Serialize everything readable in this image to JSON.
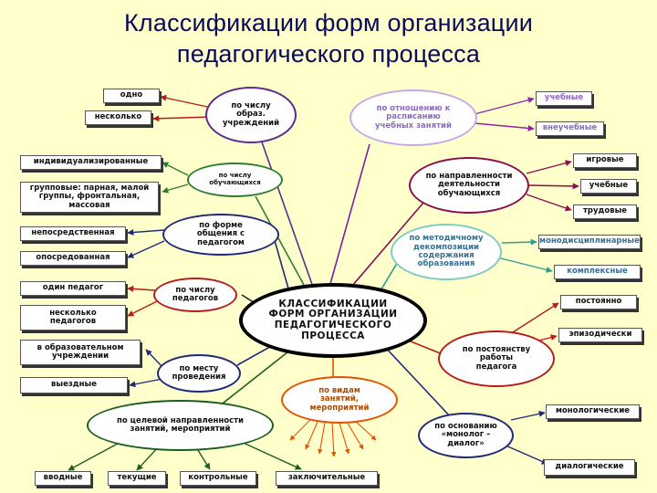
{
  "title": {
    "line1": "Классификации форм организации",
    "line2": "педагогического процесса"
  },
  "center": "КЛАССИФИКАЦИИ ФОРМ ОРГАНИЗАЦИИ ПЕДАГОГИЧЕСКОГО ПРОЦЕССА",
  "categories": {
    "by_institutions": "по числу образ. учреждений",
    "by_attitude": "по отношению к расписанию учебных занятий",
    "by_learners_count": "по числу обучающихся",
    "by_activity_direction": "по направленности деятельности обучающихся",
    "by_communication": "по форме общения с педагогом",
    "by_content_integration": "по методичному декомпозиции содержания образования",
    "by_teachers_count": "по числу педагогов",
    "by_regularity": "по постоянству работы педагога",
    "by_place": "по месту проведения",
    "by_kind": "по видам занятий, мероприятий",
    "by_purpose": "по целевой направленности занятий, мероприятий",
    "by_basis": "по основанию «монолог – диалог»"
  },
  "leaves": {
    "odno": "одно",
    "neskolko_inst": "несколько",
    "individual": "индивидуализированные",
    "group": "групповые: парная, малой группы, фронтальная, массовая",
    "direct": "непосредственная",
    "mediated": "опосредованная",
    "one_teacher": "один педагог",
    "several_teachers": "несколько педагогов",
    "in_school": "в образовательном учреждении",
    "field": "выездные",
    "intro": "вводные",
    "current": "текущие",
    "control": "контрольные",
    "final": "заключительные",
    "academic": "учебные",
    "nonacademic": "внеучебные",
    "play": "игровые",
    "study": "учебные",
    "labor": "трудовые",
    "monodisciplinary": "монодисциплинарные",
    "complex": "комплексные",
    "permanent": "постоянно",
    "episodic": "эпизодически",
    "monologic": "монологические",
    "dialogic": "диалогические"
  }
}
